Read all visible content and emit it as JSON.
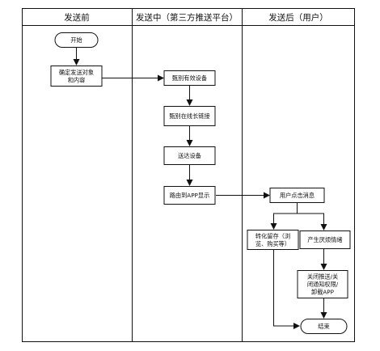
{
  "lanes": [
    {
      "title": "发送前"
    },
    {
      "title": "发送中（第三方推送平台）"
    },
    {
      "title": "发送后（用户）"
    }
  ],
  "nodes": {
    "start": [
      "开始"
    ],
    "target": [
      "确定发送对象",
      "和内容"
    ],
    "valid": [
      "甄别有效设备"
    ],
    "online": [
      "甄别在线长链接"
    ],
    "deliver": [
      "送达设备"
    ],
    "route": [
      "路由到APP显示"
    ],
    "click": [
      "用户点击消息"
    ],
    "convert": [
      "转化留存（浏",
      "览、购买等）"
    ],
    "annoy": [
      "产生厌烦情绪"
    ],
    "disable": [
      "关闭推送/关",
      "闭通知权限/",
      "卸载APP"
    ],
    "end": [
      "结束"
    ]
  }
}
